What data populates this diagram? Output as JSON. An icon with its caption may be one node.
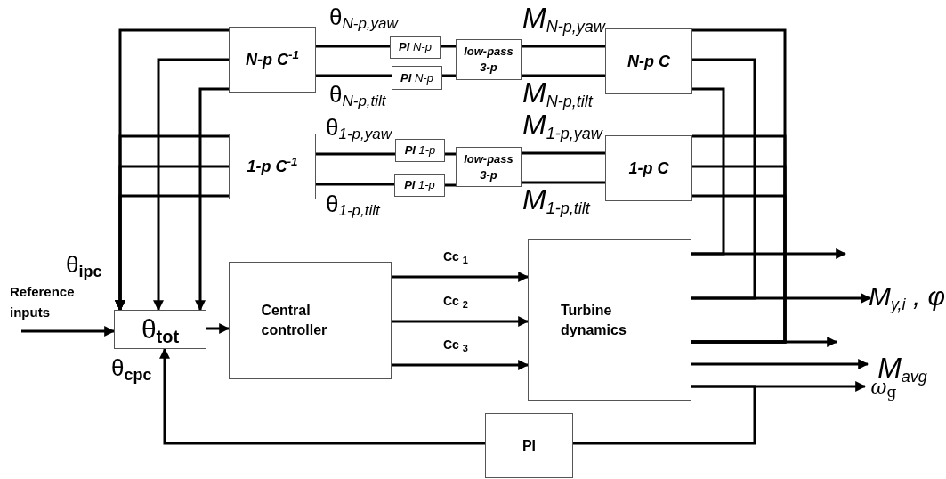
{
  "diagram": {
    "nodes": [
      {
        "text": [
          "N-p C$^{-1}$"
        ]
      },
      {
        "text": [
          "**PI** N-p"
        ]
      },
      {
        "text": [
          "**PI** N-p"
        ]
      },
      {
        "text": [
          "low-pass 3-p"
        ]
      },
      {
        "text": [
          "N-p C"
        ]
      },
      {
        "text": [
          "1-p C$^{-1}$"
        ]
      },
      {
        "text": [
          "**PI** 1-p"
        ]
      },
      {
        "text": [
          "**PI** 1-p"
        ]
      },
      {
        "text": [
          "low-pass 3-p"
        ]
      },
      {
        "text": [
          "1-p C"
        ]
      },
      {
        "text": [
          "θ$_{tot}$"
        ]
      },
      {
        "text": [
          "Central controller"
        ]
      },
      {
        "text": [
          "Turbine dynamics"
        ]
      },
      {
        "text": [
          "PI"
        ]
      },
      {
        "text": [
          "M$_{y,i}$ , φ"
        ]
      },
      {
        "text": [
          "M$_{avg}$"
        ]
      },
      {
        "text": [
          "ω$_{g}$"
        ]
      }
    ],
    "edges": [
      {
        "from": 0,
        "to": 1,
        "arrow": "none",
        "label": "θ$_{N-p,yaw}$"
      },
      {
        "from": 0,
        "to": 2,
        "arrow": "none",
        "label": "θ$_{N-p,tilt}$"
      },
      {
        "from": 1,
        "to": 3,
        "arrow": "none"
      },
      {
        "from": 2,
        "to": 3,
        "arrow": "none"
      },
      {
        "from": 3,
        "to": 4,
        "arrow": "none",
        "label": "M$_{N-p,yaw}$"
      },
      {
        "from": 3,
        "to": 4,
        "arrow": "none",
        "label": "M$_{N-p,tilt}$"
      },
      {
        "from": 5,
        "to": 6,
        "arrow": "none",
        "label": "θ$_{1-p,yaw}$"
      },
      {
        "from": 5,
        "to": 7,
        "arrow": "none",
        "label": "θ$_{1-p,tilt}$"
      },
      {
        "from": 6,
        "to": 8,
        "arrow": "none"
      },
      {
        "from": 7,
        "to": 8,
        "arrow": "none"
      },
      {
        "from": 8,
        "to": 9,
        "arrow": "none",
        "label": "M$_{1-p,yaw}$"
      },
      {
        "from": 8,
        "to": 9,
        "arrow": "none",
        "label": "M$_{1-p,tilt}$"
      },
      {
        "from": 0,
        "to": 10,
        "arrow": "to"
      },
      {
        "from": 0,
        "to": 10,
        "arrow": "to"
      },
      {
        "from": 0,
        "to": 10,
        "arrow": "to"
      },
      {
        "from": 5,
        "to": 10,
        "arrow": "to"
      },
      {
        "from": 5,
        "to": 10,
        "arrow": "to"
      },
      {
        "from": 5,
        "to": 10,
        "arrow": "to"
      },
      {
        "from": 12,
        "to": 4,
        "arrow": "none"
      },
      {
        "from": 12,
        "to": 4,
        "arrow": "none"
      },
      {
        "from": 12,
        "to": 4,
        "arrow": "none"
      },
      {
        "from": 12,
        "to": 9,
        "arrow": "none"
      },
      {
        "from": 12,
        "to": 9,
        "arrow": "none"
      },
      {
        "from": 12,
        "to": 9,
        "arrow": "none"
      },
      {
        "from": 10,
        "to": 11,
        "arrow": "to"
      },
      {
        "from": 11,
        "to": 12,
        "arrow": "to",
        "label": "Cc $_{1}$"
      },
      {
        "from": 11,
        "to": 12,
        "arrow": "to",
        "label": "Cc $_{2}$"
      },
      {
        "from": 11,
        "to": 12,
        "arrow": "to",
        "label": "Cc $_{3}$"
      },
      {
        "from": 12,
        "to": null,
        "arrow": "to"
      },
      {
        "from": 12,
        "to": 14,
        "arrow": "to"
      },
      {
        "from": 12,
        "to": null,
        "arrow": "to"
      },
      {
        "from": 12,
        "to": 15,
        "arrow": "to"
      },
      {
        "from": 12,
        "to": 16,
        "arrow": "to"
      },
      {
        "from": 12,
        "to": 13,
        "arrow": "none"
      },
      {
        "from": 13,
        "to": 10,
        "arrow": "to"
      },
      {
        "from": null,
        "to": 10,
        "arrow": "to"
      }
    ],
    "labels": [
      "θ$_{ipc}$",
      "Reference inputs",
      "θ$_{cpc}$"
    ]
  }
}
